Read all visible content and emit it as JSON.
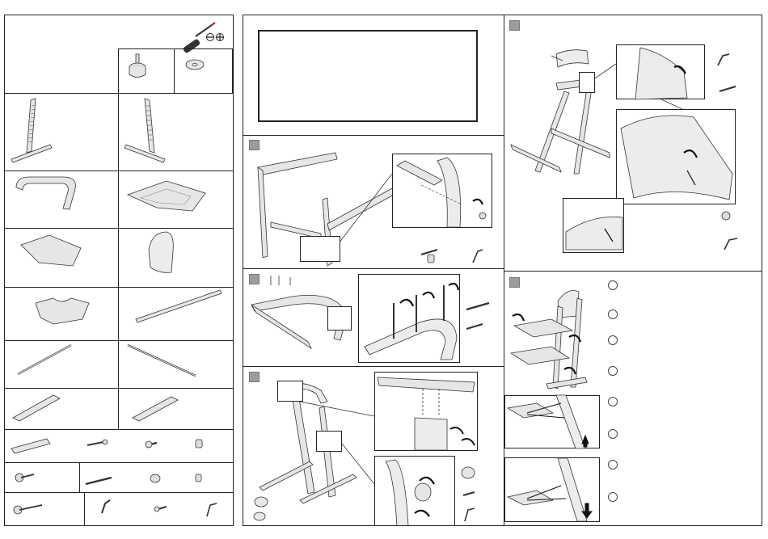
{
  "document": {
    "title": "",
    "tools": [
      "screwdriver-icon",
      "slotted-screw-icon",
      "phillips-screw-icon"
    ],
    "steps": [
      {
        "id": "step-1",
        "badge": ""
      },
      {
        "id": "step-2",
        "badge": ""
      },
      {
        "id": "step-3",
        "badge": ""
      },
      {
        "id": "step-4",
        "badge": ""
      },
      {
        "id": "step-5",
        "badge": ""
      }
    ],
    "step5_markers": [
      "",
      "",
      "",
      "",
      "",
      "",
      "",
      ""
    ],
    "colors": {
      "line": "#222222",
      "part_fill": "#e6e6e6",
      "badge": "#9c9c9c"
    }
  }
}
